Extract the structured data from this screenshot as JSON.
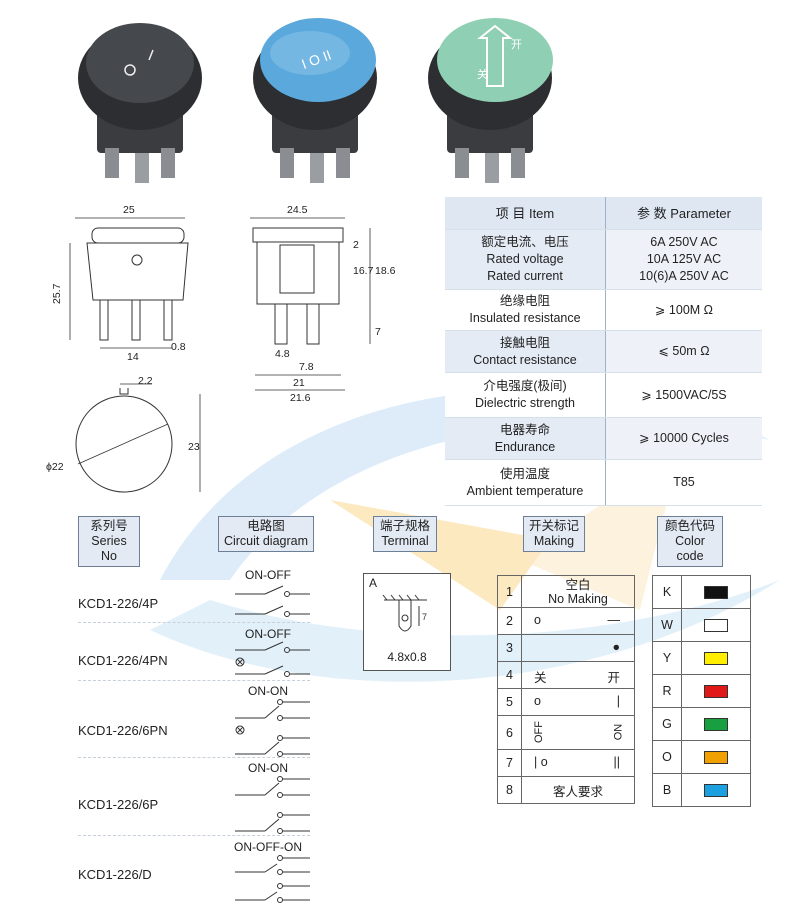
{
  "products": [
    {
      "color": "#3d4044",
      "name": "black"
    },
    {
      "color": "#5aa8dc",
      "name": "blue"
    },
    {
      "color": "#8fd0b4",
      "name": "green"
    }
  ],
  "dims_left": {
    "width": "25",
    "height": "25.7",
    "pin_spacing": "14",
    "pin_width": "0.8"
  },
  "dims_right": {
    "width": "24.5",
    "top": "2",
    "h1": "16.7",
    "h2": "18.6",
    "pin_len": "7",
    "pin_w": "4.8",
    "pin_gap": "7.8",
    "base": "21",
    "overall": "21.6"
  },
  "dims_round": {
    "tab": "2.2",
    "diameter": "ϕ22",
    "height": "23"
  },
  "spec": {
    "header": {
      "item": "项 目  Item",
      "param": "参 数  Parameter"
    },
    "rows": [
      {
        "item": [
          "额定电流、电压",
          "Rated voltage",
          "Rated current"
        ],
        "param": [
          "6A  250V AC",
          "10A 125V AC",
          "10(6)A  250V AC"
        ]
      },
      {
        "item": [
          "绝缘电阻",
          "Insulated resistance"
        ],
        "param": [
          "⩾ 100M Ω"
        ]
      },
      {
        "item": [
          "接触电阻",
          "Contact resistance"
        ],
        "param": [
          "⩽ 50m Ω"
        ]
      },
      {
        "item": [
          "介电强度(极间)",
          "Dielectric strength"
        ],
        "param": [
          "⩾ 1500VAC/5S"
        ]
      },
      {
        "item": [
          "电器寿命",
          "Endurance"
        ],
        "param": [
          "⩾ 10000 Cycles"
        ]
      },
      {
        "item": [
          "使用温度",
          "Ambient temperature"
        ],
        "param": [
          "T85"
        ]
      }
    ]
  },
  "headers": {
    "series": [
      "系列号",
      "Series No"
    ],
    "circuit": [
      "电路图",
      "Circuit diagram"
    ],
    "terminal": [
      "端子规格",
      "Terminal"
    ],
    "making": [
      "开关标记",
      "Making"
    ],
    "color": [
      "颜色代码",
      "Color code"
    ]
  },
  "series": [
    {
      "name": "KCD1-226/4P",
      "circuit": "ON-OFF"
    },
    {
      "name": "KCD1-226/4PN",
      "circuit": "ON-OFF"
    },
    {
      "name": "KCD1-226/6PN",
      "circuit": "ON-ON"
    },
    {
      "name": "KCD1-226/6P",
      "circuit": "ON-ON"
    },
    {
      "name": "KCD1-226/D",
      "circuit": "ON-OFF-ON"
    }
  ],
  "terminal": {
    "label": "A",
    "size": "4.8x0.8",
    "dim": "7"
  },
  "making": [
    {
      "n": "1",
      "a": "空白",
      "b": "No Making"
    },
    {
      "n": "2",
      "a": "ο",
      "b": "—"
    },
    {
      "n": "3",
      "a": "",
      "b": "●"
    },
    {
      "n": "4",
      "a": "关",
      "b": "开"
    },
    {
      "n": "5",
      "a": "ο",
      "b": "|"
    },
    {
      "n": "6",
      "a": "OFF",
      "b": "ON"
    },
    {
      "n": "7",
      "a": "|   ο",
      "b": "||"
    },
    {
      "n": "8",
      "a": "客人要求",
      "b": ""
    }
  ],
  "colors": [
    {
      "code": "K",
      "hex": "#111111"
    },
    {
      "code": "W",
      "hex": "#ffffff"
    },
    {
      "code": "Y",
      "hex": "#ffee00"
    },
    {
      "code": "R",
      "hex": "#e01818"
    },
    {
      "code": "G",
      "hex": "#18a040"
    },
    {
      "code": "O",
      "hex": "#f0a000"
    },
    {
      "code": "B",
      "hex": "#1ca0e0"
    }
  ],
  "watermark": "R"
}
